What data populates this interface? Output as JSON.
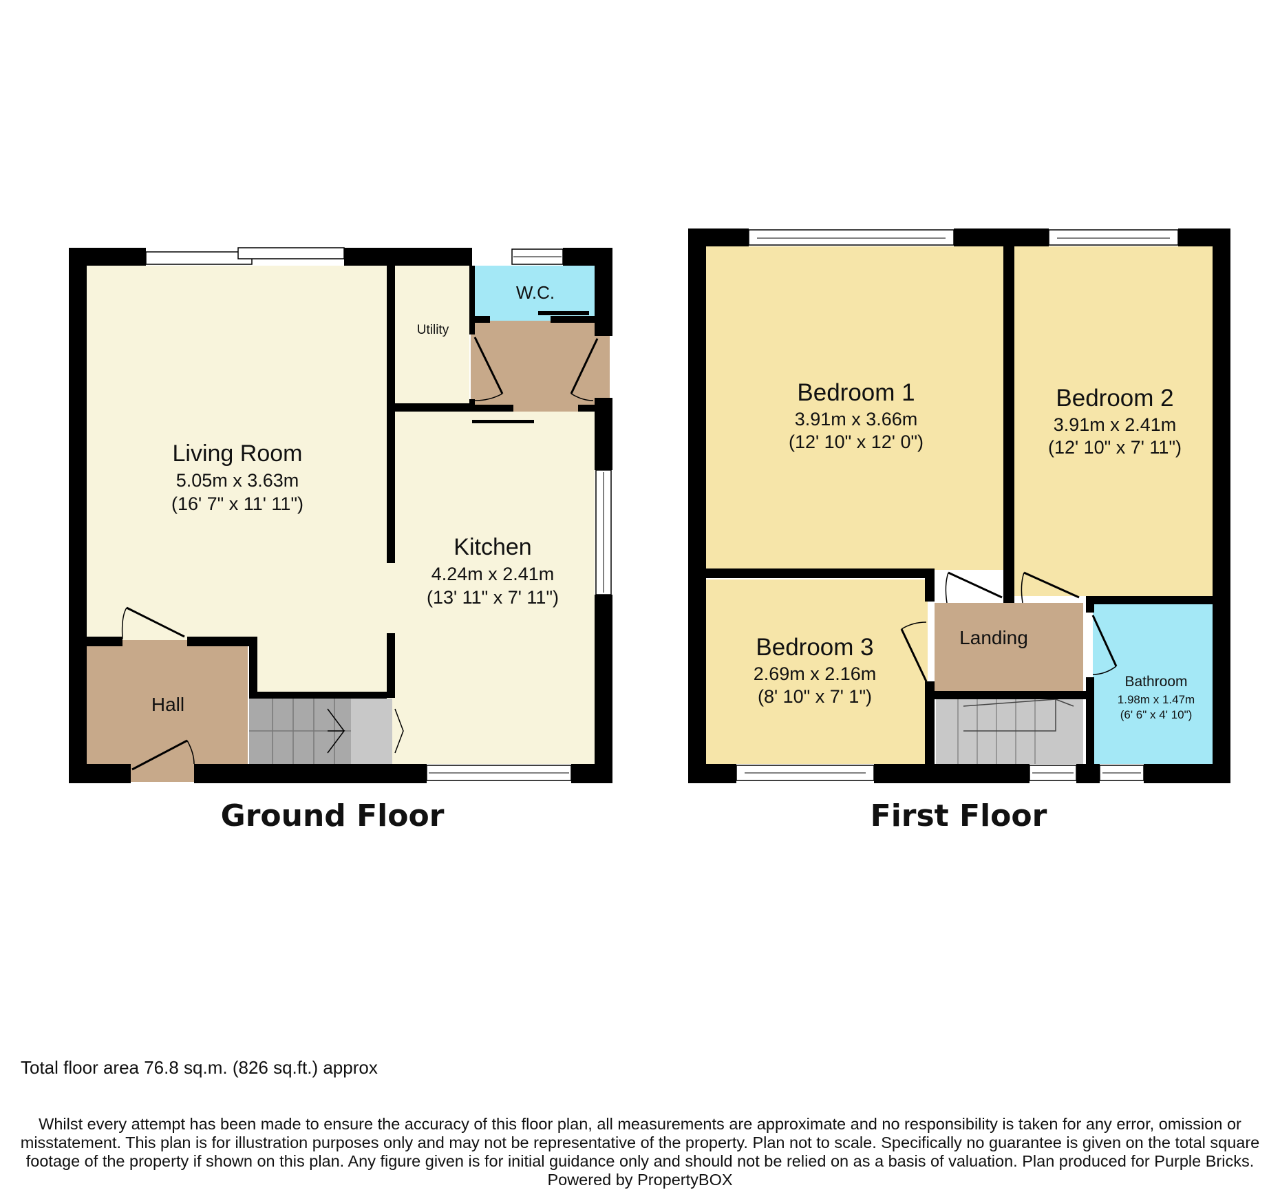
{
  "ground_floor": {
    "title": "Ground Floor",
    "rooms": {
      "living_room": {
        "name": "Living Room",
        "metric": "5.05m x 3.63m",
        "imperial": "(16' 7\" x 11' 11\")"
      },
      "kitchen": {
        "name": "Kitchen",
        "metric": "4.24m x 2.41m",
        "imperial": "(13' 11\" x 7' 11\")"
      },
      "utility": {
        "name": "Utility"
      },
      "wc": {
        "name": "W.C."
      },
      "hall": {
        "name": "Hall"
      }
    }
  },
  "first_floor": {
    "title": "First Floor",
    "rooms": {
      "bedroom1": {
        "name": "Bedroom 1",
        "metric": "3.91m x 3.66m",
        "imperial": "(12' 10\" x 12' 0\")"
      },
      "bedroom2": {
        "name": "Bedroom 2",
        "metric": "3.91m x 2.41m",
        "imperial": "(12' 10\" x 7' 11\")"
      },
      "bedroom3": {
        "name": "Bedroom 3",
        "metric": "2.69m x 2.16m",
        "imperial": "(8' 10\" x 7' 1\")"
      },
      "landing": {
        "name": "Landing"
      },
      "bathroom": {
        "name": "Bathroom",
        "metric": "1.98m x 1.47m",
        "imperial": "(6' 6\" x 4' 10\")"
      }
    }
  },
  "total_area": "Total floor area 76.8 sq.m. (826 sq.ft.) approx",
  "disclaimer": "Whilst every attempt has been made to ensure the accuracy of this floor plan, all measurements are approximate and no responsibility is taken for any error, omission or misstatement. This plan is for illustration purposes only and may not be representative of the property. Plan not to scale. Specifically no guarantee is given on the total square footage of the property if shown on this plan. Any figure given is for initial guidance only and should not be relied on as a basis of valuation.  Plan produced for Purple Bricks. Powered by PropertyBOX",
  "colors": {
    "living": "#f8f4dc",
    "bedroom": "#f6e5a9",
    "circulation": "#c7a98a",
    "wet_room": "#a4e8f6",
    "stairs": "#c8c8c8",
    "wall": "#000000"
  }
}
